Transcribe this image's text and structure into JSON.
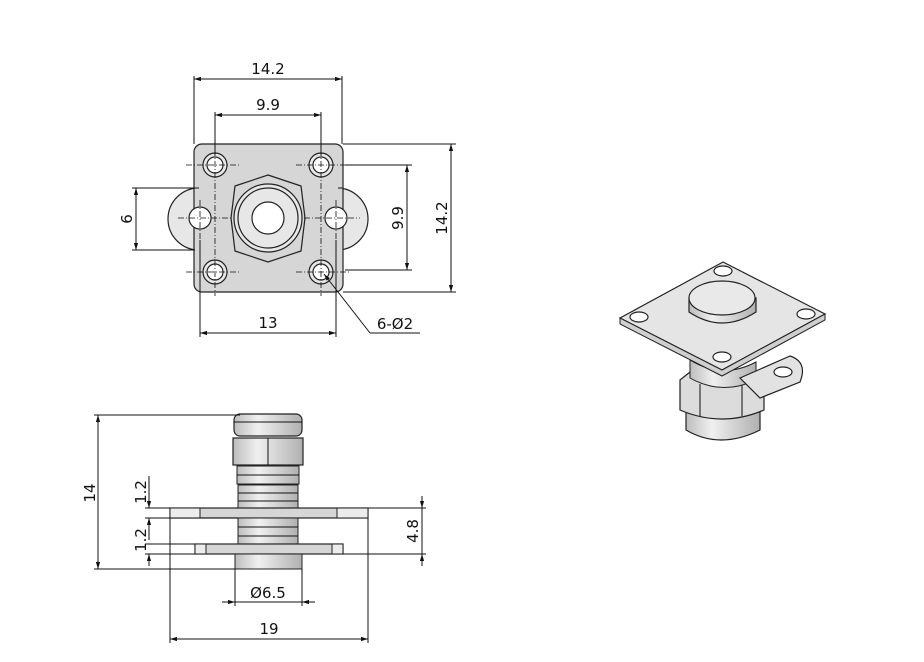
{
  "drawing": {
    "top_view": {
      "dimensions": {
        "overall_width": "14.2",
        "hole_spacing_x": "9.9",
        "overall_height": "14.2",
        "hole_spacing_y": "9.9",
        "tab_height": "6",
        "tab_hole_spacing": "13",
        "holes_callout": "6-Ø2"
      }
    },
    "side_view": {
      "dimensions": {
        "total_height": "14",
        "upper_plate_thickness": "1.2",
        "lower_plate_thickness": "1.2",
        "plates_span": "4.8",
        "body_diameter": "Ø6.5",
        "overall_width": "19"
      }
    },
    "iso_view": {
      "label": ""
    },
    "colors": {
      "line": "#111111",
      "part_fill": "#d6d6d6",
      "background": "#ffffff"
    }
  }
}
